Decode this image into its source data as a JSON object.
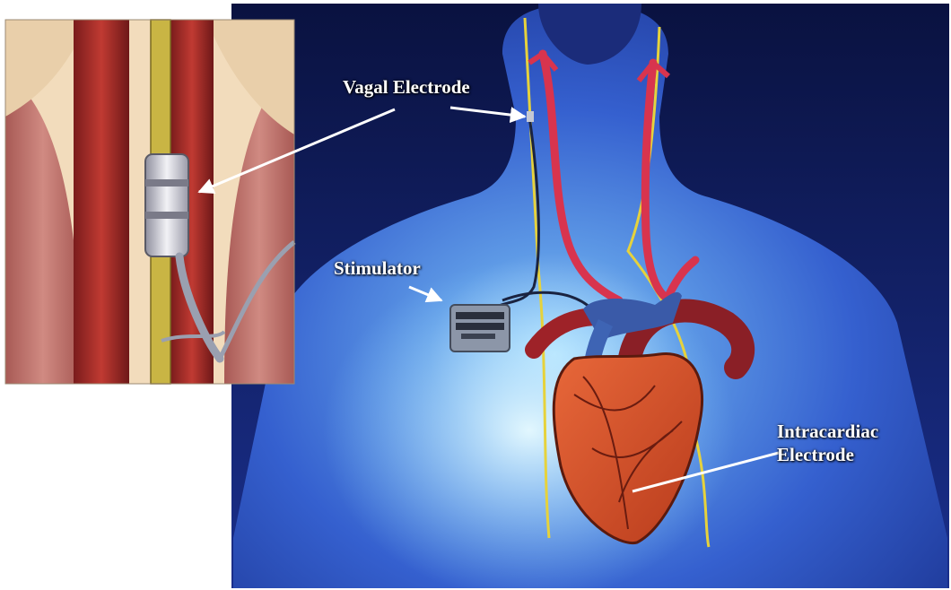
{
  "labels": {
    "vagal": "Vagal Electrode",
    "stimulator": "Stimulator",
    "intracardiac_line1": "Intracardiac",
    "intracardiac_line2": "Electrode"
  },
  "colors": {
    "background": "#0d1a5c",
    "body": "#2f56c8",
    "artery": "#d8344e",
    "nerve": "#e6d23c",
    "heart": "#d9532a",
    "inset_muscle": "#c27a74",
    "inset_skin": "#f2dcbc"
  }
}
